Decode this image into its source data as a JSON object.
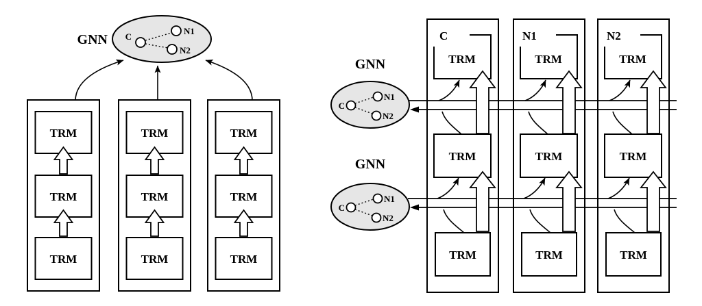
{
  "figure": {
    "background": "#ffffff",
    "stroke_color": "#000000",
    "ellipse_fill": "#e6e6e6",
    "box_fill": "#ffffff"
  },
  "left": {
    "gnn_label": "GNN",
    "graph": {
      "c": "C",
      "n1": "N1",
      "n2": "N2"
    },
    "columns": [
      {
        "blocks": [
          "TRM",
          "TRM",
          "TRM"
        ]
      },
      {
        "blocks": [
          "TRM",
          "TRM",
          "TRM"
        ]
      },
      {
        "blocks": [
          "TRM",
          "TRM",
          "TRM"
        ]
      }
    ]
  },
  "right": {
    "gnn_layers": [
      {
        "label": "GNN",
        "graph": {
          "c": "C",
          "n1": "N1",
          "n2": "N2"
        }
      },
      {
        "label": "GNN",
        "graph": {
          "c": "C",
          "n1": "N1",
          "n2": "N2"
        }
      }
    ],
    "columns": [
      {
        "header": "C",
        "blocks": [
          "TRM",
          "TRM",
          "TRM"
        ]
      },
      {
        "header": "N1",
        "blocks": [
          "TRM",
          "TRM",
          "TRM"
        ]
      },
      {
        "header": "N2",
        "blocks": [
          "TRM",
          "TRM",
          "TRM"
        ]
      }
    ]
  }
}
